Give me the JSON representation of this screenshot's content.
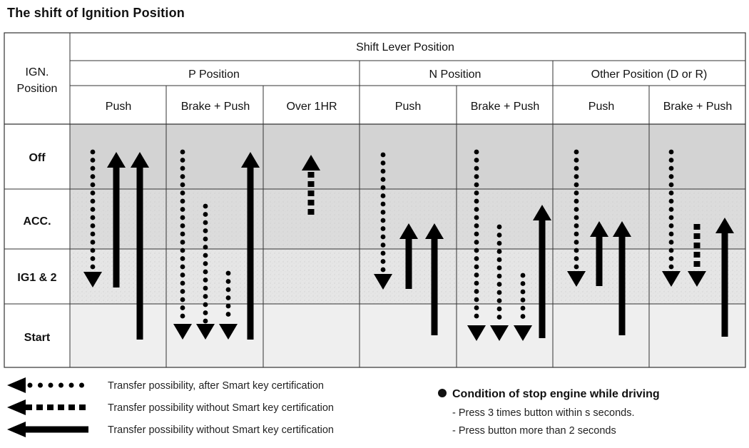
{
  "title": "The shift of Ignition Position",
  "header": {
    "ign_label_line1": "IGN.",
    "ign_label_line2": "Position",
    "shift_lever": "Shift Lever Position",
    "groups": [
      "P Position",
      "N Position",
      "Other Position (D or R)"
    ],
    "columns": [
      "Push",
      "Brake + Push",
      "Over 1HR",
      "Push",
      "Brake + Push",
      "Push",
      "Brake + Push"
    ]
  },
  "rows": [
    "Off",
    "ACC.",
    "IG1 & 2",
    "Start"
  ],
  "arrow_styles": {
    "dotted": "Transfer possibility, after Smart key certification",
    "dashed": "Transfer possibility without Smart key certification",
    "solid": "Transfer possibility without Smart key certification"
  },
  "transitions": [
    {
      "column": 0,
      "from": "Off",
      "to": "IG1 & 2",
      "style": "dotted",
      "via": "ACC."
    },
    {
      "column": 0,
      "from": "IG1 & 2",
      "to": "Off",
      "style": "solid"
    },
    {
      "column": 0,
      "from": "Start",
      "to": "Off",
      "style": "solid"
    },
    {
      "column": 1,
      "from": "Off",
      "to": "Start",
      "style": "dotted"
    },
    {
      "column": 1,
      "from": "ACC.",
      "to": "Start",
      "style": "dotted"
    },
    {
      "column": 1,
      "from": "IG1 & 2",
      "to": "Start",
      "style": "dotted"
    },
    {
      "column": 1,
      "from": "Start",
      "to": "Off",
      "style": "solid"
    },
    {
      "column": 2,
      "from": "ACC.",
      "to": "Off",
      "style": "dashed"
    },
    {
      "column": 3,
      "from": "Off",
      "to": "IG1 & 2",
      "style": "dotted",
      "via": "ACC."
    },
    {
      "column": 3,
      "from": "IG1 & 2",
      "to": "ACC.",
      "style": "solid"
    },
    {
      "column": 3,
      "from": "Start",
      "to": "ACC.",
      "style": "solid"
    },
    {
      "column": 4,
      "from": "Off",
      "to": "Start",
      "style": "dotted"
    },
    {
      "column": 4,
      "from": "ACC.",
      "to": "Start",
      "style": "dotted"
    },
    {
      "column": 4,
      "from": "IG1 & 2",
      "to": "Start",
      "style": "dotted"
    },
    {
      "column": 4,
      "from": "Start",
      "to": "ACC.",
      "style": "solid"
    },
    {
      "column": 5,
      "from": "Off",
      "to": "IG1 & 2",
      "style": "dotted",
      "via": "ACC."
    },
    {
      "column": 5,
      "from": "IG1 & 2",
      "to": "ACC.",
      "style": "solid"
    },
    {
      "column": 5,
      "from": "Start",
      "to": "ACC.",
      "style": "solid"
    },
    {
      "column": 6,
      "from": "Off",
      "to": "IG1 & 2",
      "style": "dotted"
    },
    {
      "column": 6,
      "from": "ACC.",
      "to": "IG1 & 2",
      "style": "dashed"
    },
    {
      "column": 6,
      "from": "Start",
      "to": "ACC.",
      "style": "solid"
    }
  ],
  "condition": {
    "title": "Condition of stop engine while driving",
    "items": [
      "- Press 3 times button within s seconds.",
      "- Press button more than 2 seconds"
    ]
  },
  "colors": {
    "row_off": "#d3d3d3",
    "row_acc": "#dcdcdc",
    "row_ig": "#e6e6e6",
    "row_start": "#efefef",
    "line": "#333333",
    "arrow": "#000000"
  }
}
